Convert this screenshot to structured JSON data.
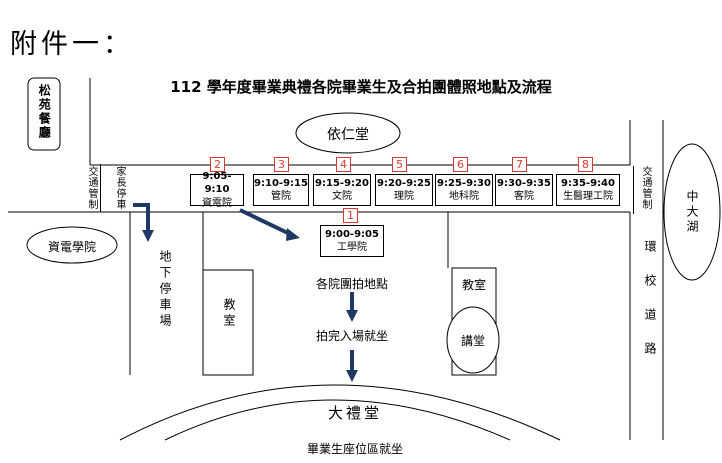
{
  "heading": "附件一：",
  "title": "112 學年度畢業典禮各院畢業生及合拍團體照地點及流程",
  "places": {
    "restaurant": "松苑餐廳",
    "yiren_hall": "依仁堂",
    "eecs_building": "資電學院",
    "underground_parking": "地下停車場",
    "classroom_left": "教室",
    "classroom_right": "教室",
    "lecture_hall": "講堂",
    "auditorium": "大禮堂",
    "lake": "中大湖",
    "ring_road": "環校道路",
    "traffic_control_left": "交通管制",
    "traffic_control_right": "交通管制",
    "parent_parking": "家長停車"
  },
  "stations": [
    {
      "num": "2",
      "time": "9:05-9:10",
      "college": "資電院"
    },
    {
      "num": "3",
      "time": "9:10-9:15",
      "college": "管院"
    },
    {
      "num": "4",
      "time": "9:15-9:20",
      "college": "文院"
    },
    {
      "num": "5",
      "time": "9:20-9:25",
      "college": "理院"
    },
    {
      "num": "6",
      "time": "9:25-9:30",
      "college": "地科院"
    },
    {
      "num": "7",
      "time": "9:30-9:35",
      "college": "客院"
    },
    {
      "num": "8",
      "time": "9:35-9:40",
      "college": "生醫理工院"
    }
  ],
  "first_station": {
    "num": "1",
    "time": "9:00-9:05",
    "college": "工學院"
  },
  "flow": {
    "step1": "各院團拍地點",
    "step2": "拍完入場就坐",
    "step3": "畢業生座位區就坐"
  },
  "colors": {
    "accent": "#d93a30",
    "arrow": "#1f3864",
    "line": "#000000"
  }
}
